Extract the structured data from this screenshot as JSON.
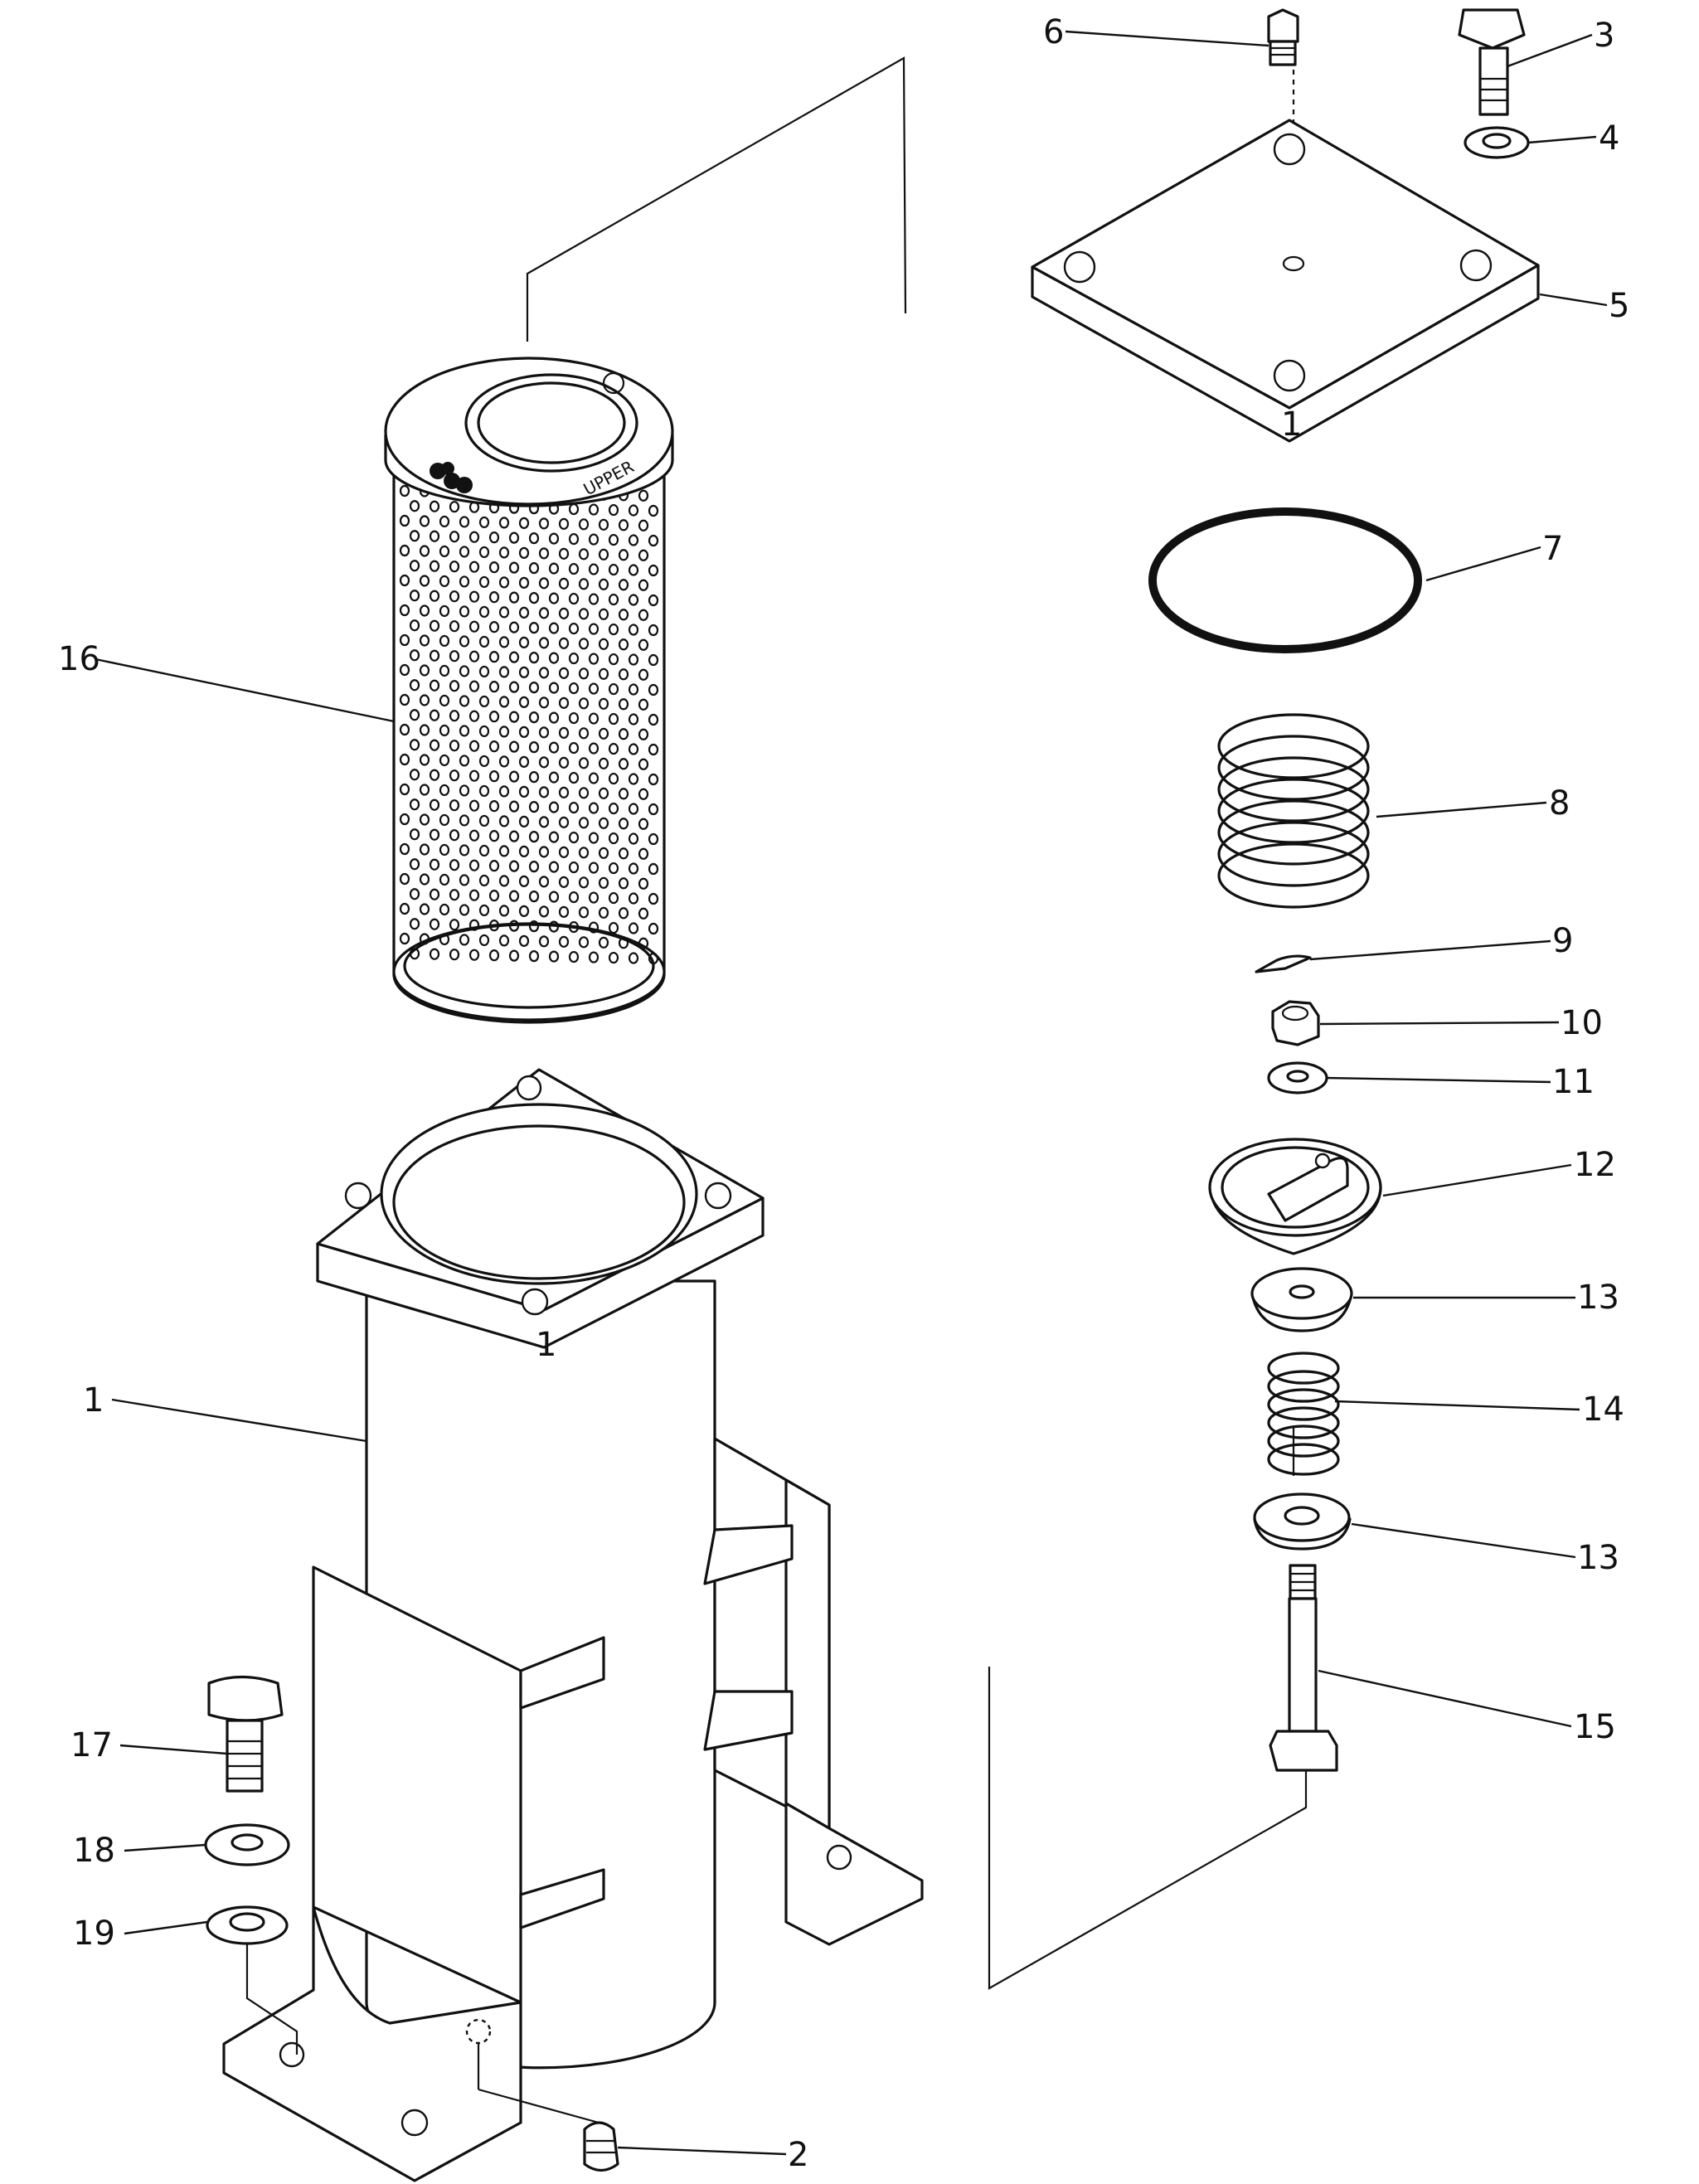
{
  "diagram": {
    "element_marking": "UPPER",
    "callouts": [
      {
        "id": "c1",
        "label": "1"
      },
      {
        "id": "c2",
        "label": "2"
      },
      {
        "id": "c3",
        "label": "3"
      },
      {
        "id": "c4",
        "label": "4"
      },
      {
        "id": "c5",
        "label": "5"
      },
      {
        "id": "c6",
        "label": "6"
      },
      {
        "id": "c7",
        "label": "7"
      },
      {
        "id": "c8",
        "label": "8"
      },
      {
        "id": "c9",
        "label": "9"
      },
      {
        "id": "c10",
        "label": "10"
      },
      {
        "id": "c11",
        "label": "11"
      },
      {
        "id": "c12",
        "label": "12"
      },
      {
        "id": "c13a",
        "label": "13"
      },
      {
        "id": "c14",
        "label": "14"
      },
      {
        "id": "c13b",
        "label": "13"
      },
      {
        "id": "c15",
        "label": "15"
      },
      {
        "id": "c16",
        "label": "16"
      },
      {
        "id": "c17",
        "label": "17"
      },
      {
        "id": "c18",
        "label": "18"
      },
      {
        "id": "c19",
        "label": "19"
      }
    ],
    "housing_marks": {
      "flange": "1",
      "cover": "1"
    }
  }
}
